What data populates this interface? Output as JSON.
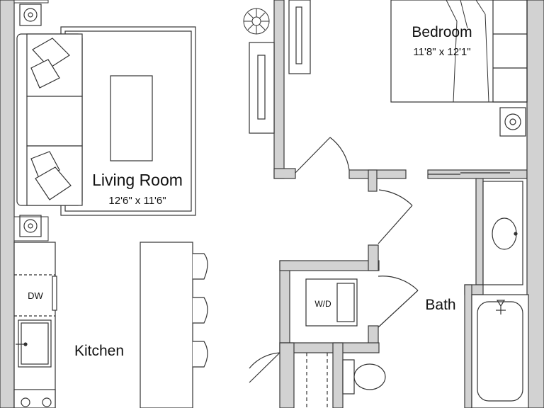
{
  "rooms": {
    "living": {
      "name": "Living Room",
      "dims": "12'6\" x 11'6\""
    },
    "bedroom": {
      "name": "Bedroom",
      "dims": "11'8\" x 12'1\""
    },
    "kitchen": {
      "name": "Kitchen"
    },
    "bath": {
      "name": "Bath"
    }
  },
  "fixtures": {
    "dishwasher": "DW",
    "washer_dryer": "W/D"
  },
  "colors": {
    "wall_fill": "#d2d2d2",
    "wall_stroke": "#3a3a3a",
    "line": "#333333",
    "background": "#ffffff"
  }
}
